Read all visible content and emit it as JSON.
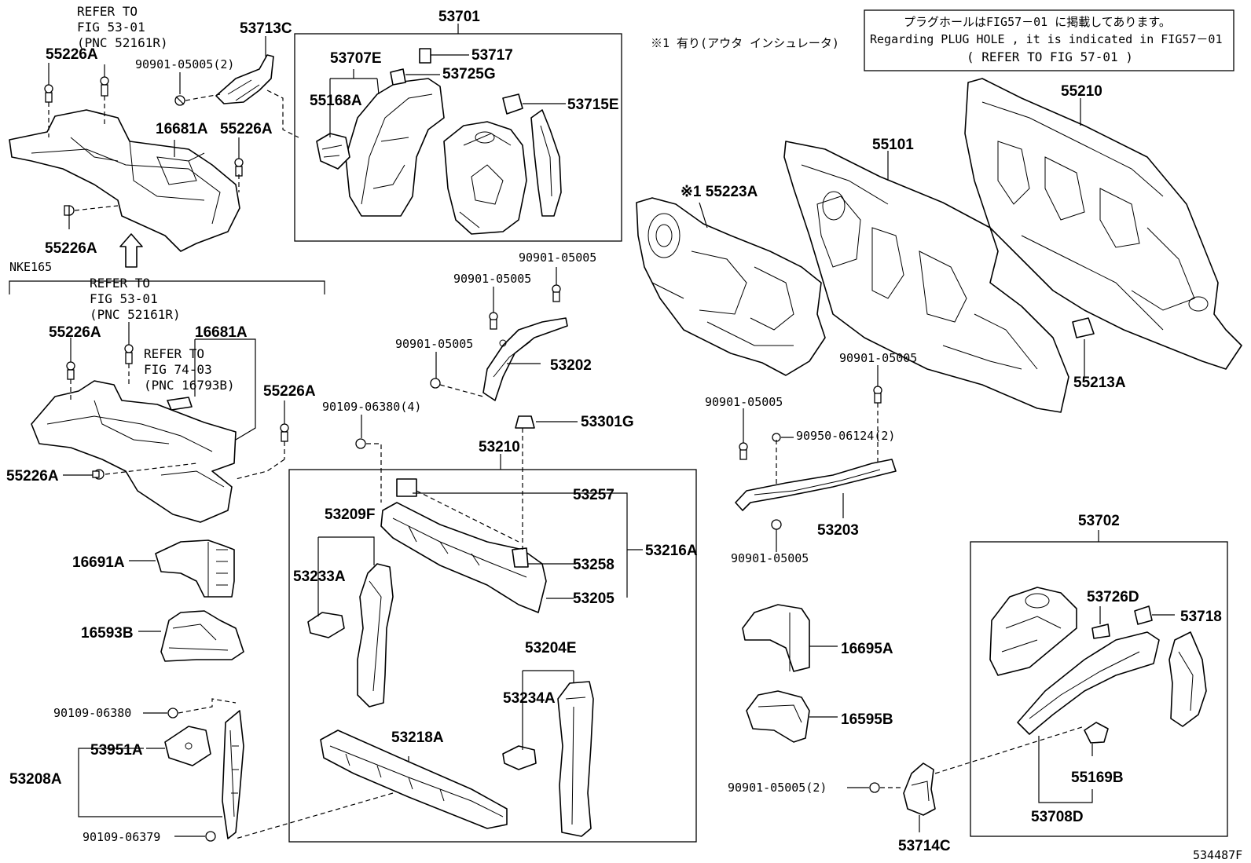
{
  "labels": {
    "p55226A_1": "55226A",
    "p55226A_2": "55226A",
    "p55226A_3": "55226A",
    "p55226A_4": "55226A",
    "p55226A_5": "55226A",
    "p55226A_6": "55226A",
    "p16681A_1": "16681A",
    "p16681A_2": "16681A",
    "p53713C": "53713C",
    "p90901_05005_2a": "90901-05005(2)",
    "p53701": "53701",
    "p53707E": "53707E",
    "p53717": "53717",
    "p53725G": "53725G",
    "p55168A": "55168A",
    "p53715E": "53715E",
    "p55210": "55210",
    "p55101": "55101",
    "p55223A": "※1 55223A",
    "p55213A": "55213A",
    "nke": "NKE165",
    "p16691A": "16691A",
    "p16593B": "16593B",
    "p90109_06380": "90109-06380",
    "p53951A": "53951A",
    "p53208A": "53208A",
    "p90109_06379": "90109-06379",
    "p90901_05005_a": "90901-05005",
    "p90901_05005_b": "90901-05005",
    "p90901_05005_c": "90901-05005",
    "p53202": "53202",
    "p90109_06380_4": "90109-06380(4)",
    "p53301G": "53301G",
    "p53210": "53210",
    "p53209F": "53209F",
    "p53233A": "53233A",
    "p53257": "53257",
    "p53258": "53258",
    "p53205": "53205",
    "p53216A": "53216A",
    "p53204E": "53204E",
    "p53234A": "53234A",
    "p53218A": "53218A",
    "p90901_05005_d": "90901-05005",
    "p90901_05005_e": "90901-05005",
    "p90950_06124": "90950-06124(2)",
    "p53203": "53203",
    "p90901_05005_f": "90901-05005",
    "p16695A": "16695A",
    "p16595B": "16595B",
    "p90901_05005_2b": "90901-05005(2)",
    "p53714C": "53714C",
    "p53702": "53702",
    "p53726D": "53726D",
    "p53718": "53718",
    "p55169B": "55169B",
    "p53708D": "53708D",
    "figno": "534487F"
  },
  "refs": {
    "r1_line1": "REFER TO",
    "r1_line2": "FIG 53-01",
    "r1_line3": "(PNC 52161R)",
    "r2_line1": "REFER TO",
    "r2_line2": "FIG 53-01",
    "r2_line3": "(PNC 52161R)",
    "r3_line1": "REFER TO",
    "r3_line2": "FIG 74-03",
    "r3_line3": "(PNC 16793B)"
  },
  "notes": {
    "note_jp": "※1 有り(アウタ インシュレータ)",
    "plug_line1": "プラグホールはFIG57－01 に掲載してあります。",
    "plug_line2": "Regarding  PLUG HOLE , it is indicated in FIG57－01",
    "plug_line3": "(   REFER TO FIG 57-01   )"
  }
}
